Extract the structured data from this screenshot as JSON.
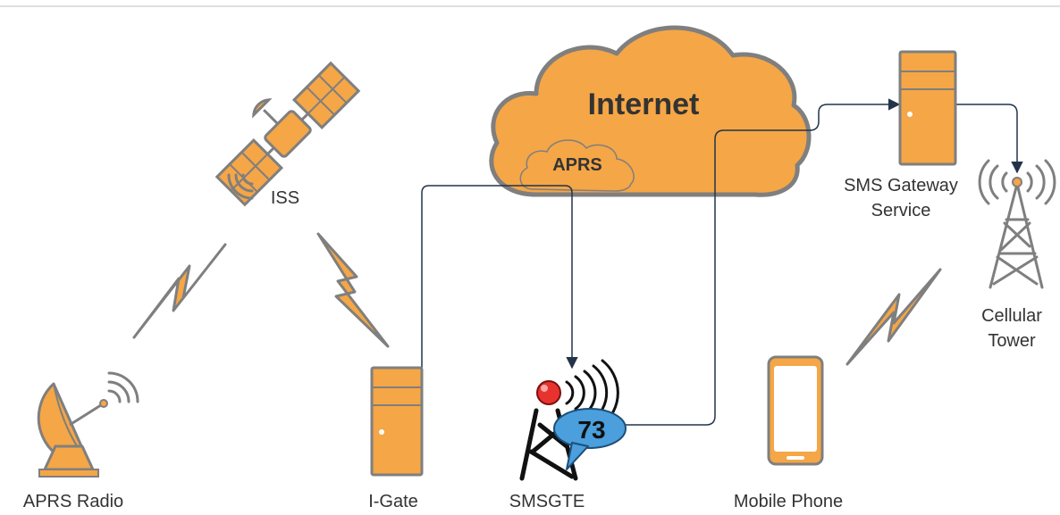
{
  "colors": {
    "orange": "#F5A646",
    "stroke": "#7F7F7F",
    "connector": "#23344A",
    "bg": "#FFFFFF"
  },
  "cloud": {
    "title": "Internet",
    "inner_label": "APRS"
  },
  "nodes": {
    "iss": {
      "label": "ISS",
      "icon": "satellite-icon"
    },
    "aprs_radio": {
      "label": "APRS Radio",
      "icon": "satellite-dish-icon"
    },
    "igate": {
      "label": "I-Gate",
      "icon": "server-icon"
    },
    "smsgte": {
      "label": "SMSGTE",
      "badge": "73",
      "icon": "radio-tower-chat-icon"
    },
    "mobile_phone": {
      "label": "Mobile Phone",
      "icon": "mobile-phone-icon"
    },
    "sms_gateway": {
      "label_line1": "SMS Gateway",
      "label_line2": "Service",
      "icon": "server-icon"
    },
    "cellular_tower": {
      "label_line1": "Cellular",
      "label_line2": "Tower",
      "icon": "cell-tower-icon"
    }
  },
  "wireless_links": [
    {
      "from": "aprs_radio",
      "to": "iss",
      "icon": "lightning-bolt-icon"
    },
    {
      "from": "iss",
      "to": "igate",
      "icon": "lightning-bolt-icon"
    },
    {
      "from": "mobile_phone",
      "to": "cellular_tower",
      "icon": "lightning-bolt-icon"
    }
  ],
  "connections": [
    {
      "from": "igate",
      "to": "smsgte",
      "via": "APRS"
    },
    {
      "from": "smsgte",
      "to": "sms_gateway",
      "via": "Internet"
    },
    {
      "from": "sms_gateway",
      "to": "cellular_tower"
    }
  ]
}
